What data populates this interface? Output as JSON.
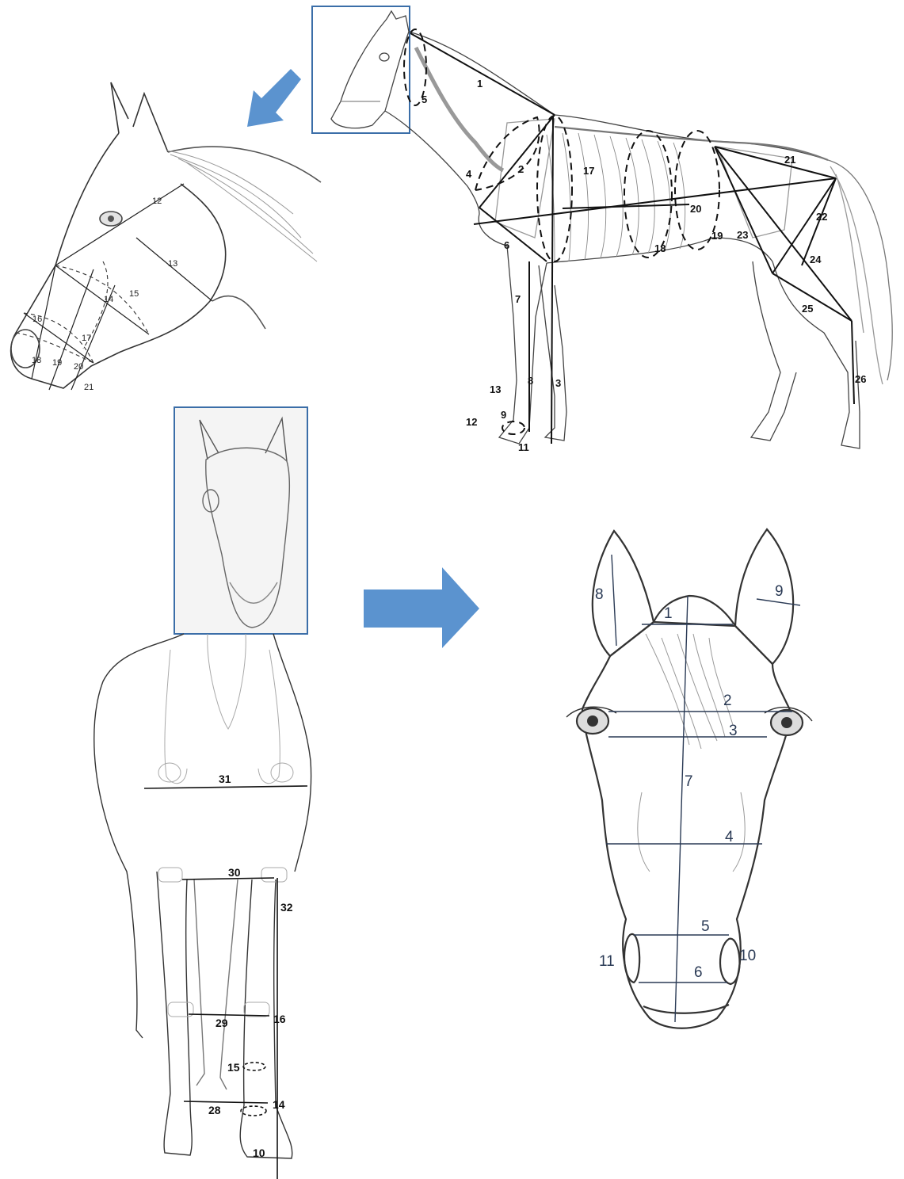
{
  "colors": {
    "arrow": "#5b93cf",
    "frame": "#3b6ea8",
    "line": "#1a1a1a",
    "sketch": "#6e6e6e"
  },
  "panels": {
    "head_profile": {
      "labels": [
        "12",
        "13",
        "14",
        "15",
        "16",
        "17",
        "18",
        "19",
        "20",
        "21"
      ]
    },
    "body_lateral": {
      "labels": [
        "1",
        "2",
        "3",
        "4",
        "5",
        "6",
        "7",
        "8",
        "9",
        "11",
        "12",
        "13",
        "17",
        "18",
        "19",
        "20",
        "21",
        "22",
        "23",
        "24",
        "25",
        "26"
      ]
    },
    "body_front": {
      "labels": [
        "31",
        "30",
        "32",
        "29",
        "16",
        "15",
        "28",
        "14",
        "10"
      ]
    },
    "face_front": {
      "labels": [
        "1",
        "2",
        "3",
        "4",
        "5",
        "6",
        "7",
        "8",
        "9",
        "10",
        "11"
      ]
    }
  },
  "icons": {
    "arrow_top": "arrow-down-left-icon",
    "arrow_mid": "arrow-right-icon"
  }
}
